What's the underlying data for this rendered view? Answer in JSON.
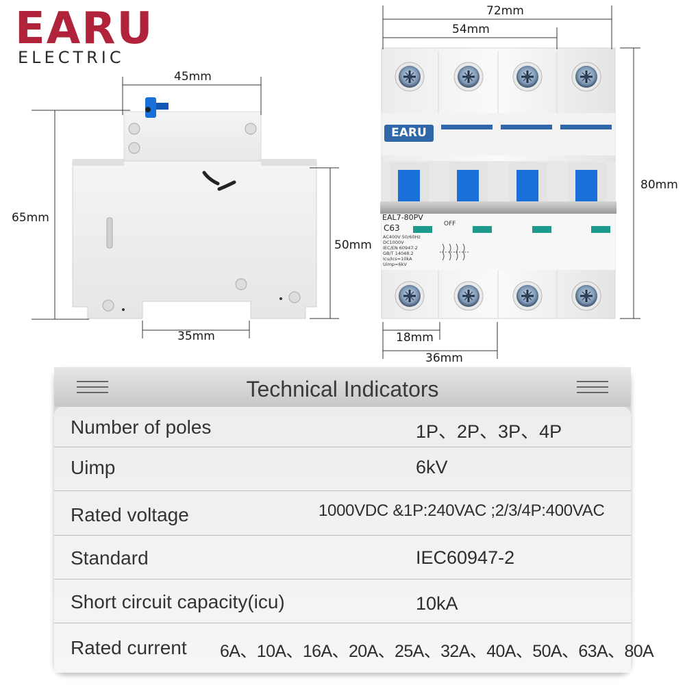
{
  "logo": {
    "brand": "EARU",
    "subtitle": "ELECTRIC"
  },
  "product": {
    "label_brand": "EARU",
    "model": "EAL7-80PV",
    "rating": "C63",
    "off_label": "OFF",
    "specs_lines": [
      "AC400V  50/60Hz",
      "DC1000V",
      "IEC/EN 60947-2",
      "GB/T 14048.2",
      "Icu/Ics=10kA",
      "Uimp=6kV"
    ]
  },
  "dimensions": {
    "side_width": "45mm",
    "side_height": "65mm",
    "side_body_height": "50mm",
    "side_rail": "35mm",
    "front_width": "72mm",
    "front_three_pole": "54mm",
    "front_height": "80mm",
    "front_one_pole": "18mm",
    "front_two_pole": "36mm"
  },
  "table": {
    "title": "Technical Indicators",
    "rows": [
      {
        "label": "Number of poles",
        "value": "1P、2P、3P、4P"
      },
      {
        "label": "Uimp",
        "value": "6kV"
      },
      {
        "label": "Rated voltage",
        "value": "1000VDC &1P:240VAC ;2/3/4P:400VAC"
      },
      {
        "label": "Standard",
        "value": "IEC60947-2"
      },
      {
        "label": "Short circuit capacity(icu)",
        "value": "10kA"
      },
      {
        "label": "Rated current",
        "value": "6A、10A、16A、20A、25A、32A、40A、50A、63A、80A"
      }
    ]
  },
  "colors": {
    "brand_red": "#b0233a",
    "handle_blue": "#1a6fd9",
    "label_blue": "#2f67a8",
    "indicator_teal": "#1c9a8c"
  }
}
